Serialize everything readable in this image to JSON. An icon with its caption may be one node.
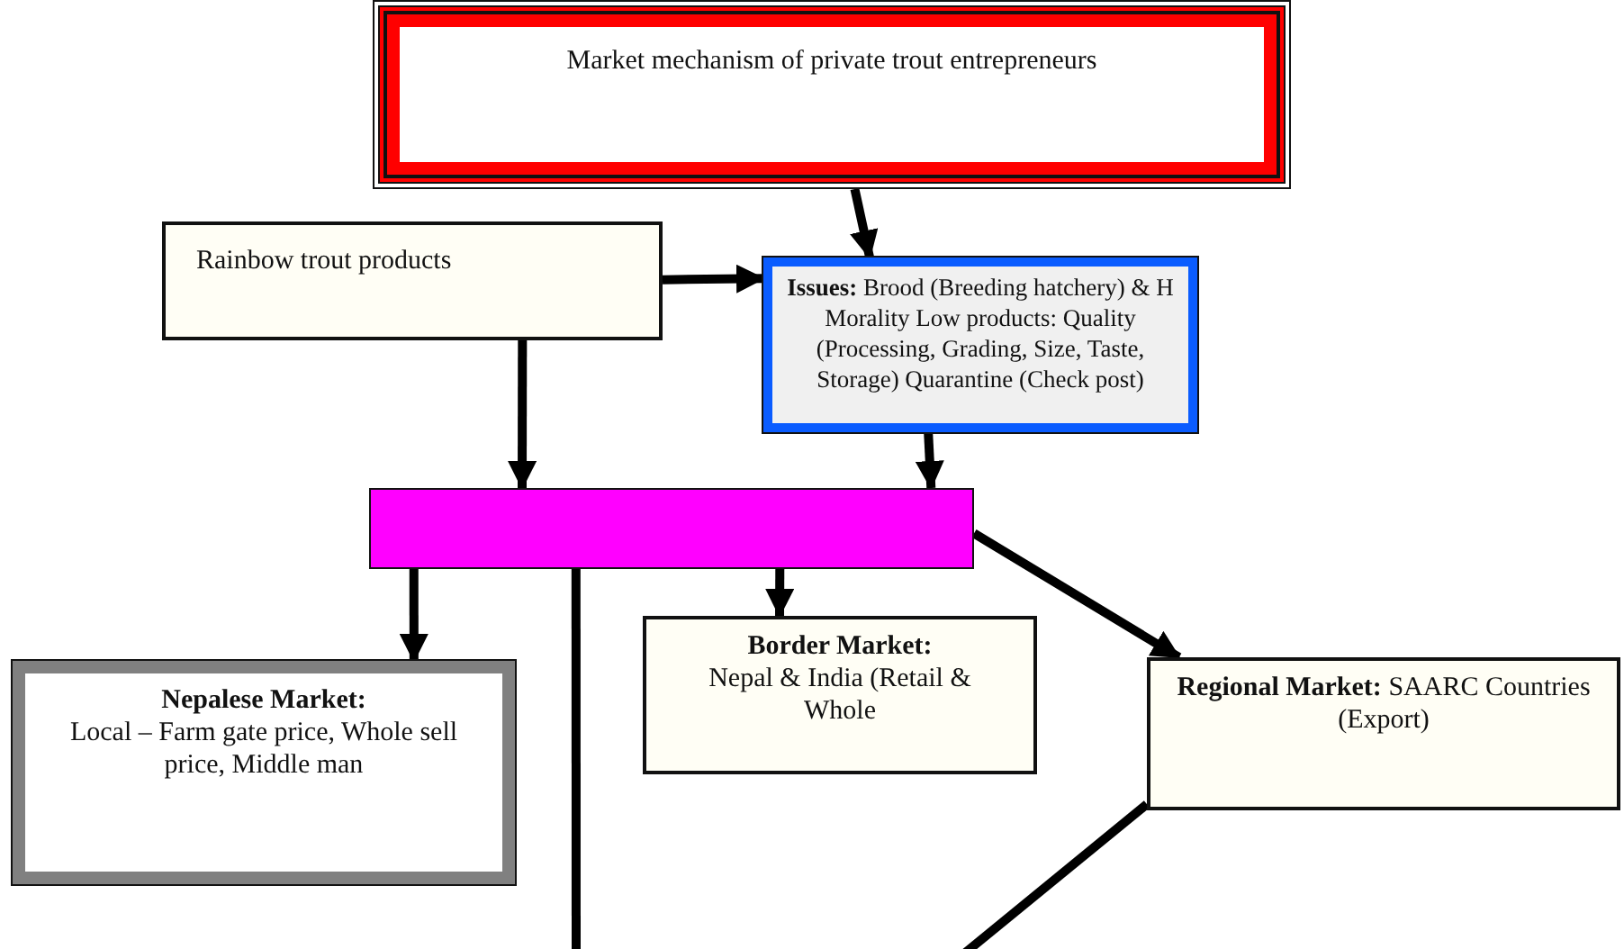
{
  "diagram": {
    "nodes": [
      {
        "text": [
          "Market mechanism of private trout entrepreneurs"
        ]
      },
      {
        "text": [
          "Rainbow trout products"
        ]
      },
      {
        "text": [
          "**Issues:** Brood (Breeding hatchery) & H Morality Low products: Quality (Processing, Grading, Size, Taste, Storage) Quarantine (Check post)"
        ]
      },
      {
        "text": [],
        "shape": "bar"
      },
      {
        "text": [
          "Nepalese Market:",
          "Local – Farm gate price, Whole sell price, Middle man"
        ]
      },
      {
        "text": [
          "Border Market:",
          "Nepal & India (Retail & Whole"
        ]
      },
      {
        "text": [
          "**Regional Market:** SAARC Countries (Export)"
        ]
      }
    ],
    "edges": [
      {
        "from": 0,
        "to": 2,
        "arrow": "to"
      },
      {
        "from": 1,
        "to": 2,
        "arrow": "to"
      },
      {
        "from": 1,
        "to": 3,
        "arrow": "to"
      },
      {
        "from": 2,
        "to": 3,
        "arrow": "to"
      },
      {
        "from": 3,
        "to": 4,
        "arrow": "to"
      },
      {
        "from": 3,
        "to": 5,
        "arrow": "to"
      },
      {
        "from": 3,
        "to": 6,
        "arrow": "to"
      },
      {
        "from": 3,
        "to": null,
        "arrow": "none"
      },
      {
        "from": 6,
        "to": null,
        "arrow": "none"
      }
    ]
  }
}
